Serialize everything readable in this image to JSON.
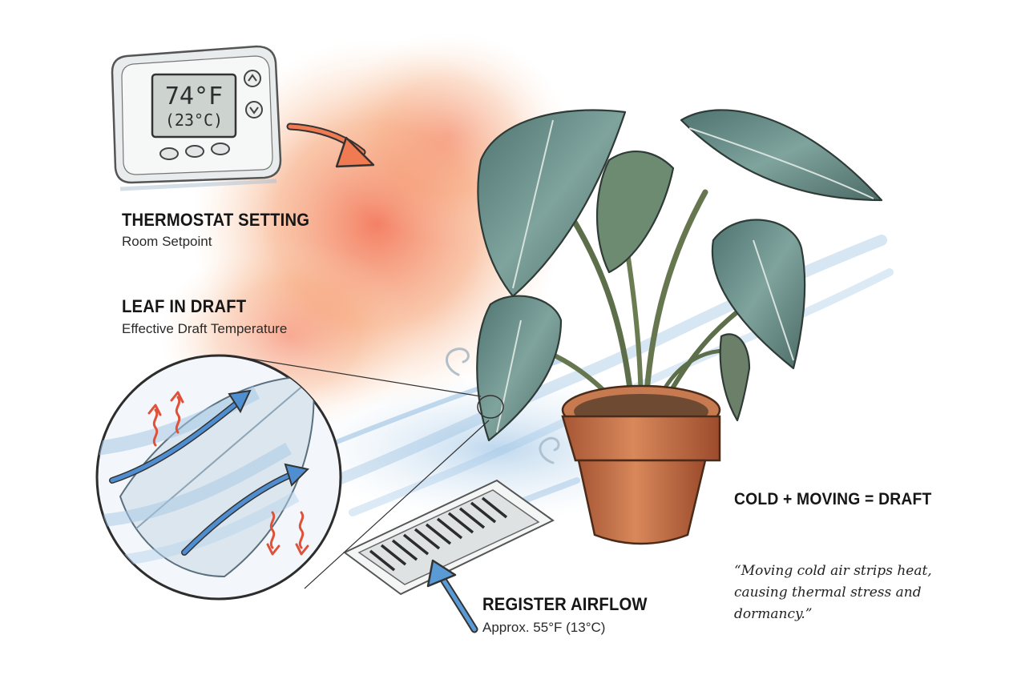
{
  "thermostat": {
    "display_temp": "74°F",
    "display_temp_c": "(23°C)",
    "title": "THERMOSTAT SETTING",
    "subtitle": "Room Setpoint"
  },
  "leaf_draft": {
    "title": "LEAF IN DRAFT",
    "subtitle": "Effective Draft Temperature"
  },
  "register": {
    "title": "REGISTER AIRFLOW",
    "subtitle": "Approx. 55°F (13°C)"
  },
  "equation": "COLD + MOVING = DRAFT",
  "quote": "“Moving cold air strips heat, causing thermal stress and dormancy.”",
  "colors": {
    "warm": "#f07a52",
    "cold": "#5b9bd5",
    "leaf": "#5f7f78",
    "pot": "#c9764a"
  },
  "icons": [
    "thermostat-icon",
    "warm-arrow-icon",
    "cold-arrow-icon",
    "heat-loss-arrow-icon",
    "floor-register-icon"
  ]
}
